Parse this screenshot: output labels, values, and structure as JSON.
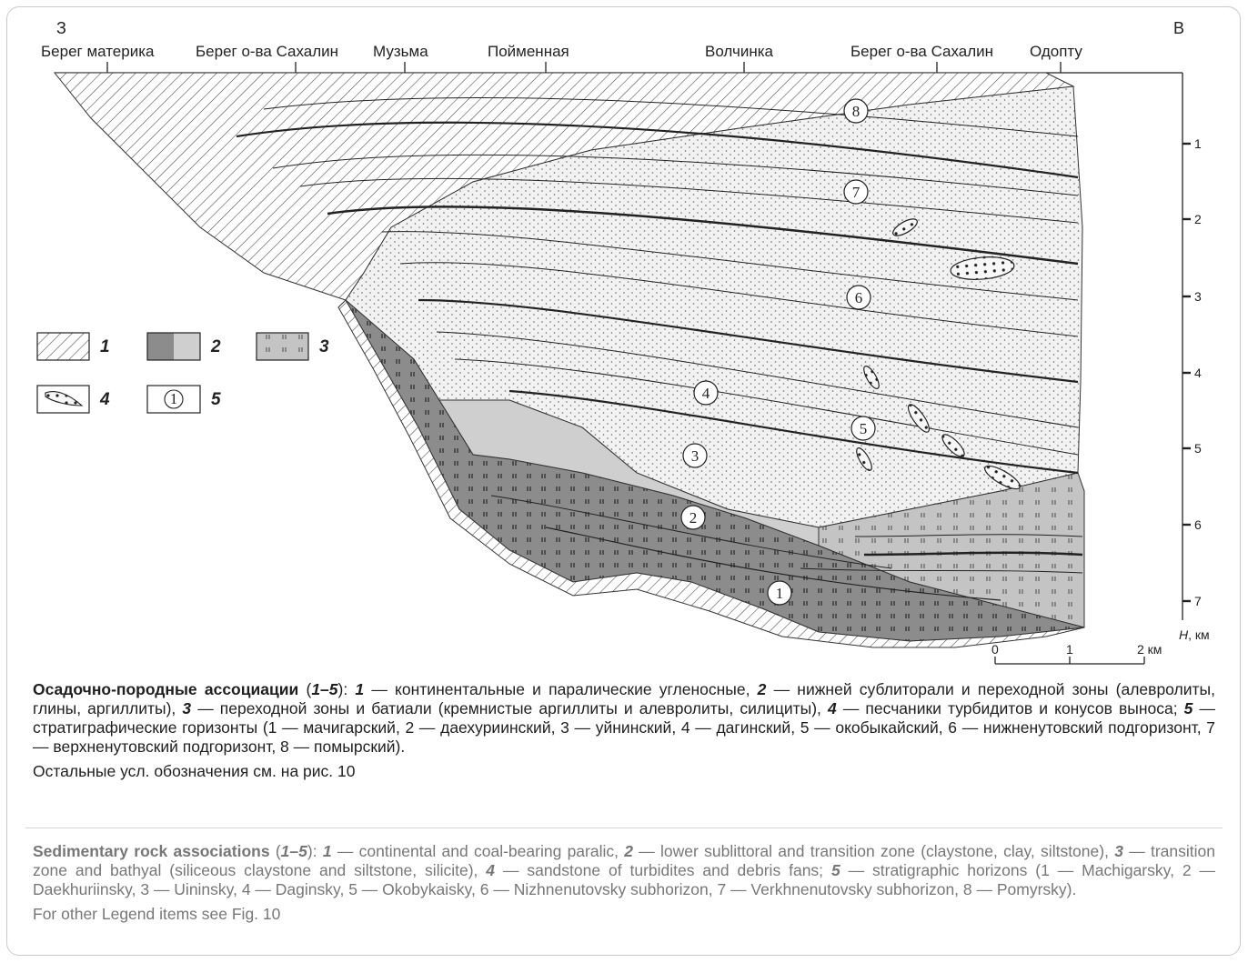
{
  "direction": {
    "west": "З",
    "east": "В"
  },
  "localities": [
    "Берег материка",
    "Берег о-ва Сахалин",
    "Музьма",
    "Пойменная",
    "Волчинка",
    "Берег о-ва Сахалин",
    "Одопту"
  ],
  "depth_axis": {
    "ticks": [
      "1",
      "2",
      "3",
      "4",
      "5",
      "6",
      "7"
    ],
    "label_italic": "H",
    "label_rest": ", км"
  },
  "scale_bar": {
    "ticks": [
      "0",
      "1",
      "2 км"
    ]
  },
  "horizon_markers": [
    "1",
    "2",
    "3",
    "4",
    "5",
    "6",
    "7",
    "8"
  ],
  "legend": [
    {
      "num": "1",
      "swatch": "hatch"
    },
    {
      "num": "2",
      "swatch": "dark-light"
    },
    {
      "num": "3",
      "swatch": "dotted-grey"
    },
    {
      "num": "4",
      "swatch": "lens"
    },
    {
      "num": "5",
      "swatch": "circled-number",
      "sample": "1"
    }
  ],
  "caption_ru": {
    "title": "Осадочно-породные ассоциации",
    "range_open": " (",
    "range": "1–5",
    "range_close": "): ",
    "n1": "1",
    "t1": " — континентальные и паралические угленосные, ",
    "n2": "2",
    "t2": " — нижней сублиторали и переходной зоны (алевролиты, глины, аргиллиты), ",
    "n3": "3",
    "t3": " — переходной зоны и батиали (кремнистые аргиллиты и алевролиты, силициты), ",
    "n4": "4",
    "t4": " — песчаники турбидитов и конусов выноса; ",
    "n5": "5",
    "t5": " — стратиграфические горизонты (1 — мачигарский, 2 — даехуриинский, 3 — уйнинский, 4 — дагинский, 5 — окобыкайский, 6 — нижненутовский подгоризонт, 7 — верхненутовский подгоризонт, 8 — помырский).",
    "note": "Остальные усл. обозначения см. на рис. 10"
  },
  "caption_en": {
    "title": "Sedimentary rock associations",
    "range_open": " (",
    "range": "1–5",
    "range_close": "): ",
    "n1": "1",
    "t1": " — continental and coal-bearing paralic, ",
    "n2": "2",
    "t2": " — lower sublittoral and transition zone (claystone, clay, siltstone), ",
    "n3": "3",
    "t3": " — transition zone and bathyal (siliceous claystone and siltstone, silicite), ",
    "n4": "4",
    "t4": " — sandstone of turbidites and debris fans; ",
    "n5": "5",
    "t5": " — stratigraphic horizons (1 — Machigarsky, 2 — Daekhuriinsky, 3 — Uininsky, 4 — Daginsky, 5 — Okobykaisky, 6 — Nizhnenutovsky subhorizon, 7 — Verkhnenutovsky subhorizon, 8 — Pomyrsky).",
    "note": "For other Legend items see Fig. 10"
  }
}
